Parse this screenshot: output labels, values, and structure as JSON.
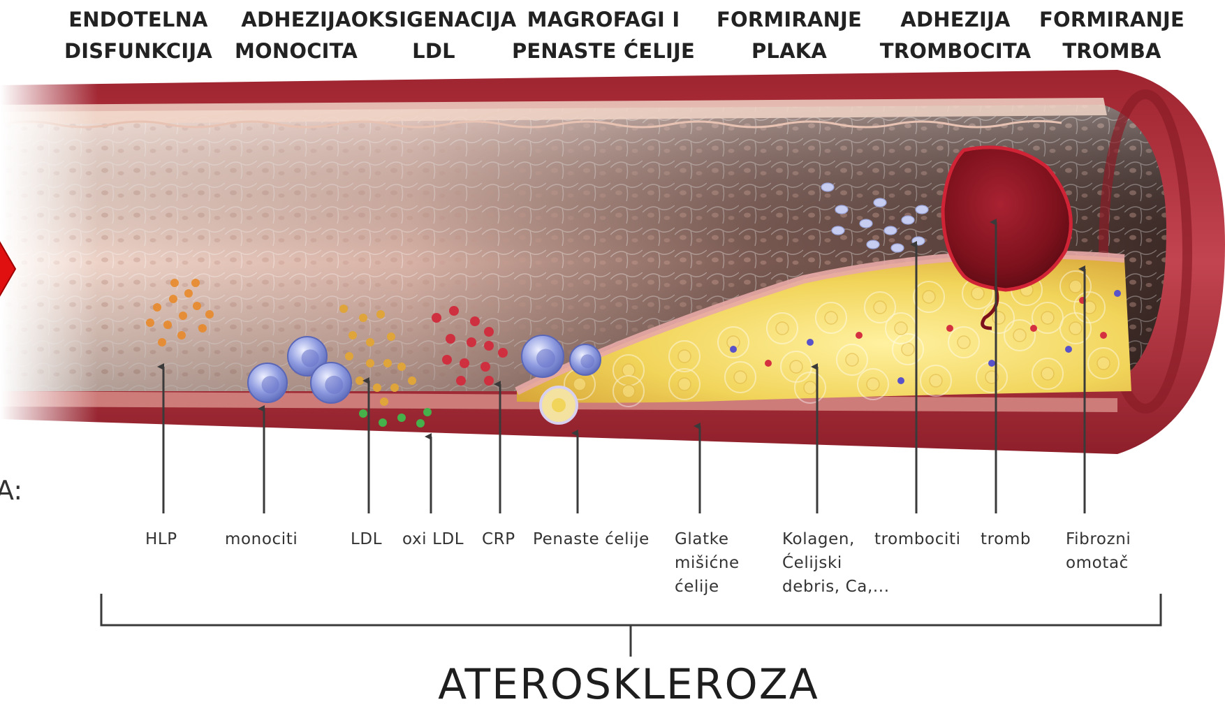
{
  "stage_labels": [
    {
      "lines": [
        "ENDOTELNA",
        "DISFUNKCIJA"
      ]
    },
    {
      "lines": [
        "ADHEZIJA",
        "MONOCITA"
      ]
    },
    {
      "lines": [
        "OKSIGENACIJA",
        "LDL"
      ]
    },
    {
      "lines": [
        "MAGROFAGI I",
        "PENASTE ĆELIJE"
      ]
    },
    {
      "lines": [
        "FORMIRANJE",
        "PLAKA"
      ]
    },
    {
      "lines": [
        "ADHEZIJA",
        "TROMBOCITA"
      ]
    },
    {
      "lines": [
        "FORMIRANJE",
        "TROMBA"
      ]
    }
  ],
  "component_labels": [
    {
      "lines": [
        "HLP"
      ]
    },
    {
      "lines": [
        "monociti"
      ]
    },
    {
      "lines": [
        "LDL"
      ]
    },
    {
      "lines": [
        "oxi LDL"
      ]
    },
    {
      "lines": [
        "CRP"
      ]
    },
    {
      "lines": [
        "Penaste ćelije"
      ]
    },
    {
      "lines": [
        "Glatke",
        "mišićne",
        "ćelije"
      ]
    },
    {
      "lines": [
        "Kolagen,",
        "Ćelijski",
        "debris, Ca,..."
      ]
    },
    {
      "lines": [
        "trombociti"
      ]
    },
    {
      "lines": [
        "tromb"
      ]
    },
    {
      "lines": [
        "Fibrozni",
        "omotač"
      ]
    }
  ],
  "brace_label": "ATEROSKLEROZA",
  "side_fragment": "A:",
  "colors": {
    "vessel_wall": "#b2303c",
    "lumen_light": "#f2d6c9",
    "lumen_dark": "#4a3530",
    "plaque": "#f1d45a",
    "thrombus": "#8e1420",
    "monocyte": "#7f8fd8",
    "ldl": "#e0a53a",
    "crp": "#cf3040",
    "platelet": "#c7cdf0",
    "pointer_arrow": "#3a3a3a",
    "side_marker": "#e01010"
  }
}
